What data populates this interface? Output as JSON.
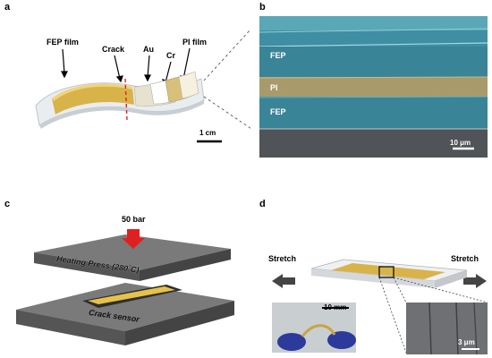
{
  "panels": {
    "a": {
      "letter": "a",
      "labels": {
        "fep_film": "FEP film",
        "crack": "Crack",
        "au": "Au",
        "cr": "Cr",
        "pi_film": "PI film"
      },
      "scale_bar": "1 cm"
    },
    "b": {
      "letter": "b",
      "layers": {
        "top": "FEP",
        "middle": "PI",
        "bottom": "FEP"
      },
      "scale_bar": "10 μm"
    },
    "c": {
      "letter": "c",
      "pressure": "50 bar",
      "press_label": "Heating Press (280˚C)",
      "sensor_label": "Crack sensor"
    },
    "d": {
      "letter": "d",
      "stretch_left": "Stretch",
      "stretch_right": "Stretch",
      "inset_scale": "10 mm",
      "micro_scale": "3 μm"
    }
  },
  "colors": {
    "gold": "#d8b34a",
    "fep_blue": "#3f8ea3",
    "pi_tan": "#a89a6a",
    "press_gray": "#6b6b6b",
    "arrow_red": "#e02020"
  }
}
